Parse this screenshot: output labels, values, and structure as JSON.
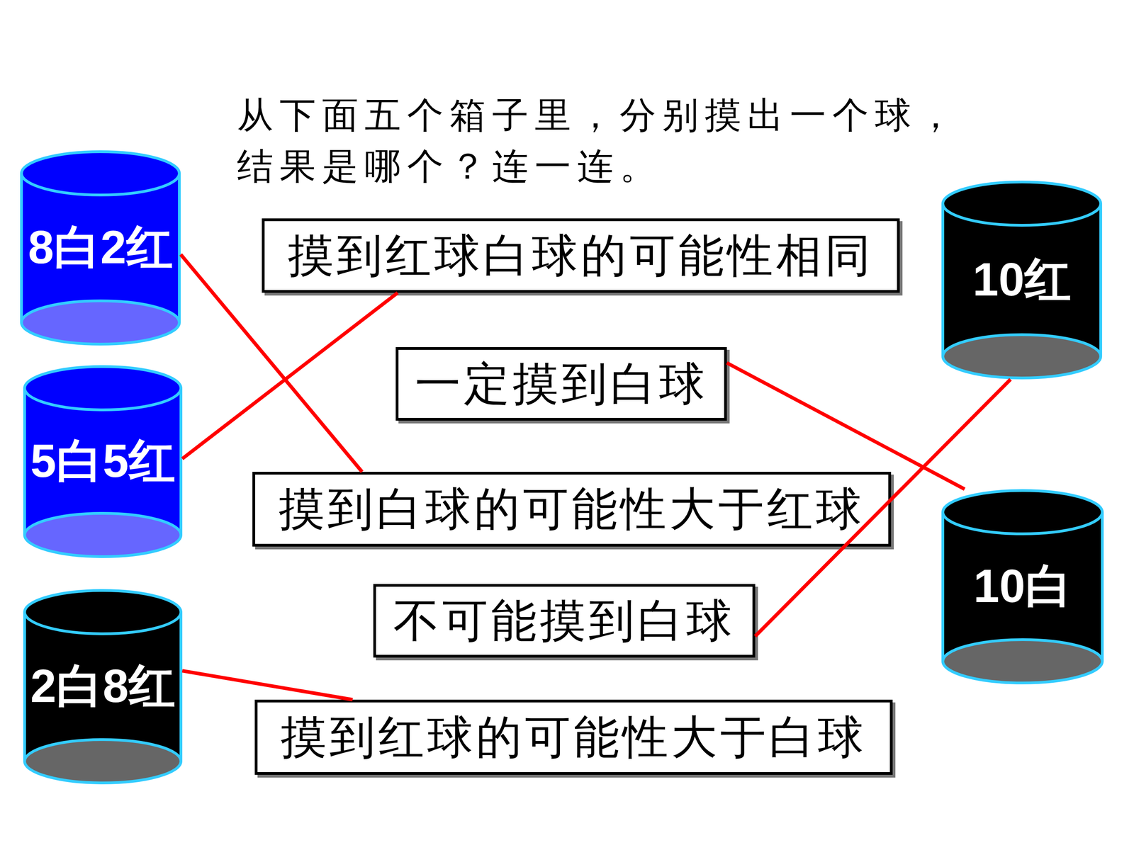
{
  "diagram": {
    "title": "从下面五个箱子里，分别摸出一个球，结果是哪个？连一连。",
    "nodes": [
      {
        "text": [
          "8白2红"
        ]
      },
      {
        "text": [
          "摸到红球白球的可能性相同"
        ]
      },
      {
        "text": [
          "10红"
        ]
      },
      {
        "text": [
          "一定摸到白球"
        ]
      },
      {
        "text": [
          "5白5红"
        ]
      },
      {
        "text": [
          "摸到白球的可能性大于红球"
        ]
      },
      {
        "text": [
          "10白"
        ]
      },
      {
        "text": [
          "不可能摸到白球"
        ]
      },
      {
        "text": [
          "2白8红"
        ]
      },
      {
        "text": [
          "摸到红球的可能性大于白球"
        ]
      }
    ],
    "edges": [
      {
        "from": 0,
        "to": 5,
        "arrow": "none"
      },
      {
        "from": 4,
        "to": 1,
        "arrow": "none"
      },
      {
        "from": 8,
        "to": 9,
        "arrow": "none"
      },
      {
        "from": 2,
        "to": 7,
        "arrow": "none"
      },
      {
        "from": 6,
        "to": 3,
        "arrow": "none"
      }
    ]
  }
}
